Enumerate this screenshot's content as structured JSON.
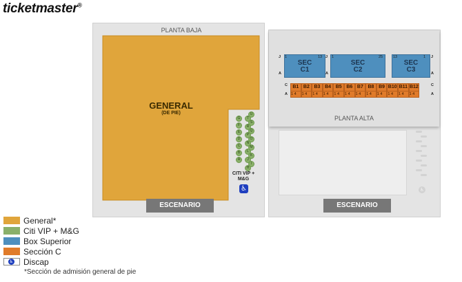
{
  "brand": {
    "name": "ticketmaster",
    "mark": "®"
  },
  "left_map": {
    "title": "PLANTA BAJA",
    "general_title": "GENERAL",
    "general_sub": "(DE PIE)",
    "vip_rows_left": [
      "G",
      "F",
      "E",
      "D",
      "C",
      "B",
      "A"
    ],
    "vip_rows_right": [
      "U",
      "T",
      "S",
      "R",
      "Q",
      "P",
      "O",
      "N",
      "M",
      "L",
      "K",
      "J",
      "I",
      "H"
    ],
    "vip_label_1": "CITI VIP +",
    "vip_label_2": "M&G",
    "stage": "ESCENARIO"
  },
  "right_map": {
    "title": "PLANTA ALTA",
    "stage": "ESCENARIO",
    "sections": [
      {
        "line1": "SEC",
        "line2": "C1"
      },
      {
        "line1": "SEC",
        "line2": "C2"
      },
      {
        "line1": "SEC",
        "line2": "C3"
      }
    ],
    "row_letters": [
      "J",
      "A"
    ],
    "row_letters_c": [
      "C",
      "A"
    ],
    "seat_nums": {
      "c1": [
        "1",
        "13"
      ],
      "c2": [
        "25",
        "1"
      ],
      "c3": [
        "13",
        "1"
      ]
    },
    "boxes": [
      "B1",
      "B2",
      "B3",
      "B4",
      "B5",
      "B6",
      "B7",
      "B8",
      "B9",
      "B10",
      "B11",
      "B12"
    ],
    "box_seats": "1  4"
  },
  "legend": [
    {
      "label": "General*",
      "color": "#e0a53b"
    },
    {
      "label": "Citi VIP + M&G",
      "color": "#8ab06a"
    },
    {
      "label": "Box Superior",
      "color": "#4e8fbe"
    },
    {
      "label": "Sección C",
      "color": "#e07b2a"
    },
    {
      "label": "Discap",
      "color": "#ffffff"
    }
  ],
  "note": "*Sección de admisión general de pie",
  "colors": {
    "general": "#e0a53b",
    "vip": "#8ab06a",
    "box": "#4e8fbe",
    "secc": "#e07b2a",
    "access": "#1f3fbf"
  }
}
